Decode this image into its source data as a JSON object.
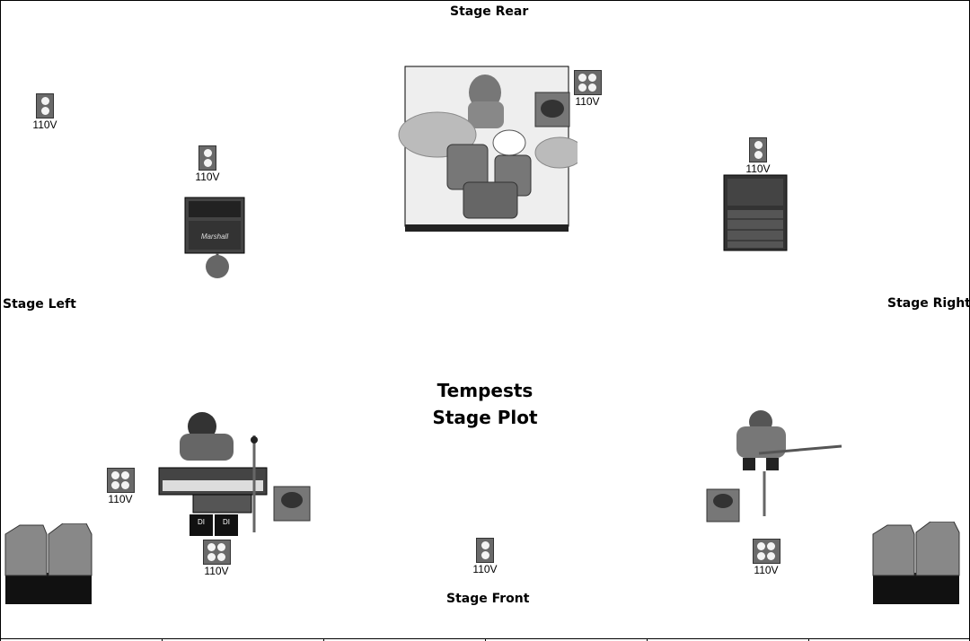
{
  "labels": {
    "rear": "Stage Rear",
    "front": "Stage Front",
    "left": "Stage Left",
    "right": "Stage Right"
  },
  "title": {
    "line1": "Tempests",
    "line2": "Stage Plot"
  },
  "outlets": [
    {
      "type": "duplex",
      "label": "110V"
    },
    {
      "type": "duplex",
      "label": "110V"
    },
    {
      "type": "quad",
      "label": "110V"
    },
    {
      "type": "duplex",
      "label": "110V"
    },
    {
      "type": "quad",
      "label": "110V"
    },
    {
      "type": "quad",
      "label": "110V"
    },
    {
      "type": "duplex",
      "label": "110V"
    },
    {
      "type": "quad",
      "label": "110V"
    }
  ],
  "equipment": {
    "amp_brand": "Marshall",
    "di_label": "DI"
  }
}
